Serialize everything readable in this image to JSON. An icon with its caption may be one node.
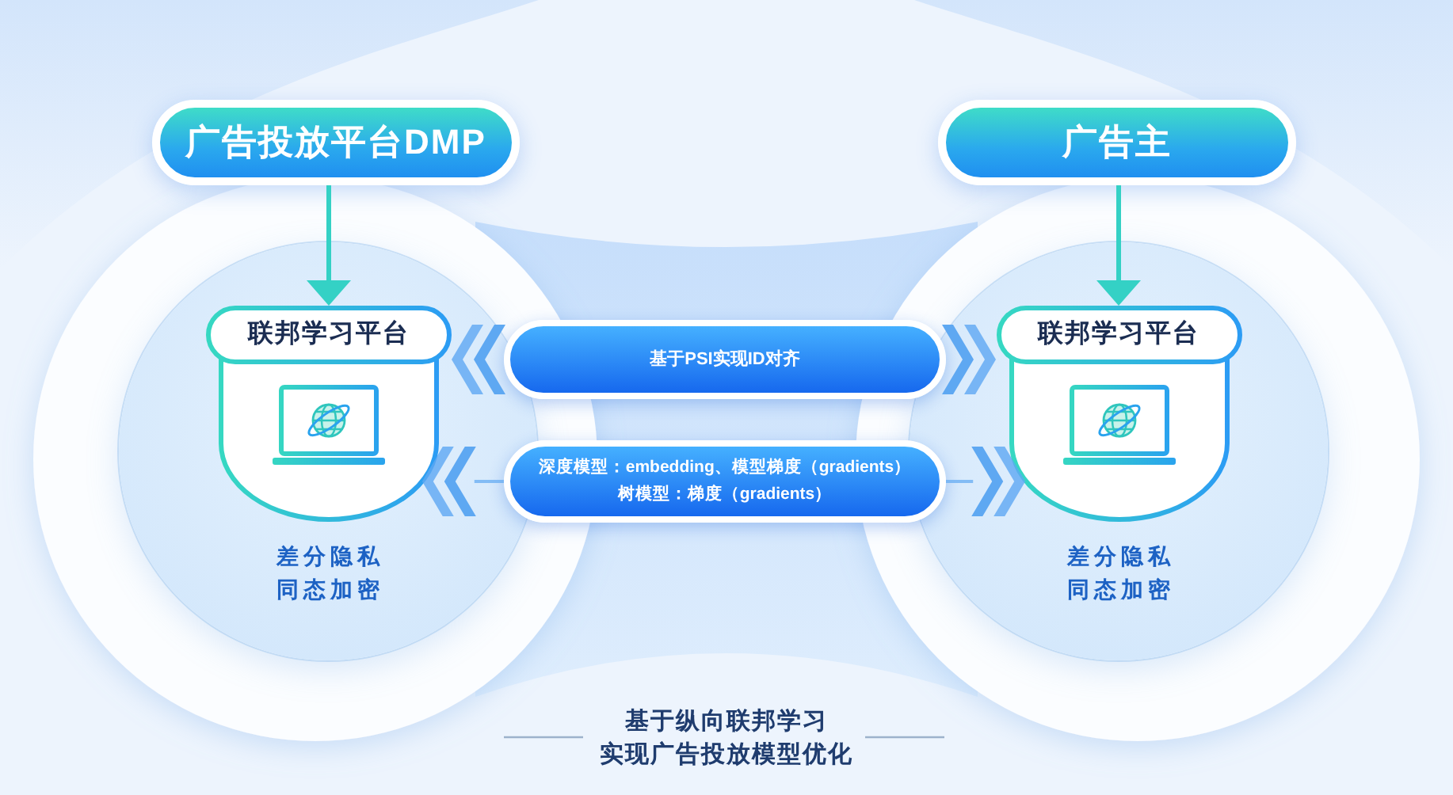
{
  "diagram": {
    "caption": "基于纵向联邦学习实现广告投放模型优化",
    "nodes": [
      {
        "text": [
          "广告投放平台DMP"
        ]
      },
      {
        "text": [
          "差分隐私",
          "同态加密"
        ]
      },
      {
        "text": [
          "联邦学习平台"
        ],
        "in": 1
      },
      {
        "text": [
          "广告主"
        ]
      },
      {
        "text": [
          "差分隐私",
          "同态加密"
        ]
      },
      {
        "text": [
          "联邦学习平台"
        ],
        "in": 4
      },
      {
        "text": [
          "基于PSI实现ID对齐"
        ]
      },
      {
        "text": [
          "深度模型：embedding、模型梯度（gradients）",
          "树模型：梯度（gradients）"
        ]
      }
    ],
    "edges": [
      {
        "from": 0,
        "to": 2,
        "arrow": "to",
        "color": "#34d1c5"
      },
      {
        "from": 3,
        "to": 5,
        "arrow": "to",
        "color": "#34d1c5"
      },
      {
        "from": 6,
        "to": 2,
        "arrow": "to"
      },
      {
        "from": 6,
        "to": 5,
        "arrow": "to"
      },
      {
        "from": 7,
        "to": 2,
        "arrow": "to"
      },
      {
        "from": 7,
        "to": 5,
        "arrow": "to"
      }
    ]
  }
}
